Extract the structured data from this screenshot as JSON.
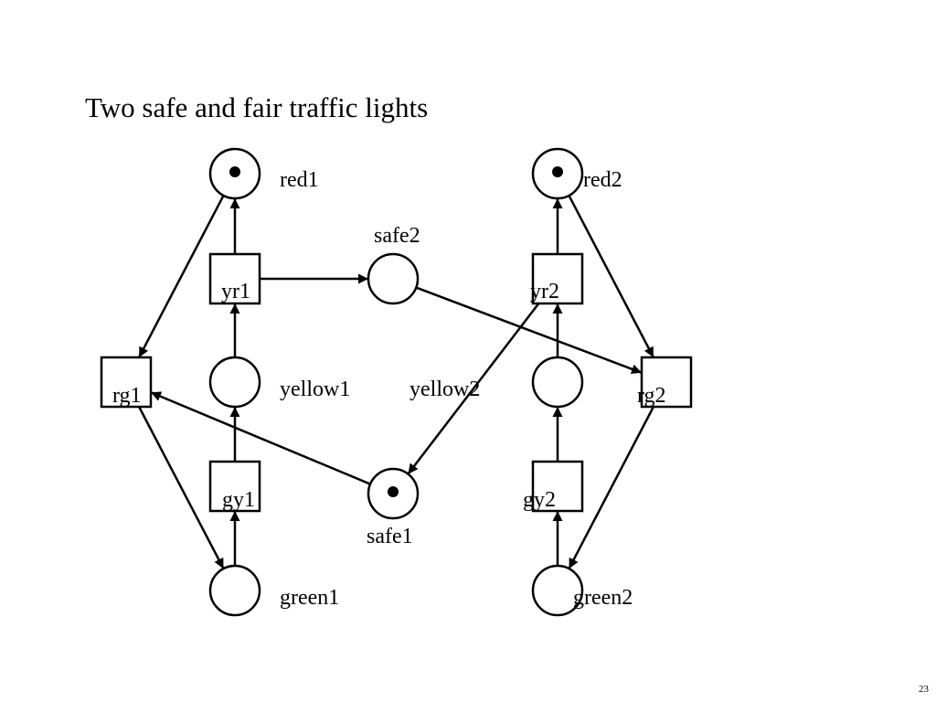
{
  "slide": {
    "title": "Two safe and fair traffic lights",
    "page_number": "23"
  },
  "places": [
    {
      "id": "red1",
      "label": "red1",
      "tokens": 1
    },
    {
      "id": "yellow1",
      "label": "yellow1",
      "tokens": 0
    },
    {
      "id": "green1",
      "label": "green1",
      "tokens": 0
    },
    {
      "id": "safe2",
      "label": "safe2",
      "tokens": 0
    },
    {
      "id": "safe1",
      "label": "safe1",
      "tokens": 1
    },
    {
      "id": "red2",
      "label": "red2",
      "tokens": 1
    },
    {
      "id": "yellow2",
      "label": "yellow2",
      "tokens": 0
    },
    {
      "id": "green2",
      "label": "green2",
      "tokens": 0
    }
  ],
  "transitions": [
    {
      "id": "rg1",
      "label": "rg1"
    },
    {
      "id": "gy1",
      "label": "gy1"
    },
    {
      "id": "yr1",
      "label": "yr1"
    },
    {
      "id": "rg2",
      "label": "rg2"
    },
    {
      "id": "gy2",
      "label": "gy2"
    },
    {
      "id": "yr2",
      "label": "yr2"
    }
  ],
  "arcs": [
    {
      "from": "red1",
      "to": "rg1"
    },
    {
      "from": "rg1",
      "to": "green1"
    },
    {
      "from": "green1",
      "to": "gy1"
    },
    {
      "from": "gy1",
      "to": "yellow1"
    },
    {
      "from": "yellow1",
      "to": "yr1"
    },
    {
      "from": "yr1",
      "to": "red1"
    },
    {
      "from": "yr1",
      "to": "safe2"
    },
    {
      "from": "safe2",
      "to": "rg2"
    },
    {
      "from": "safe1",
      "to": "rg1"
    },
    {
      "from": "yr2",
      "to": "safe1"
    },
    {
      "from": "red2",
      "to": "rg2"
    },
    {
      "from": "rg2",
      "to": "green2"
    },
    {
      "from": "green2",
      "to": "gy2"
    },
    {
      "from": "gy2",
      "to": "yellow2"
    },
    {
      "from": "yellow2",
      "to": "yr2"
    },
    {
      "from": "yr2",
      "to": "red2"
    }
  ]
}
